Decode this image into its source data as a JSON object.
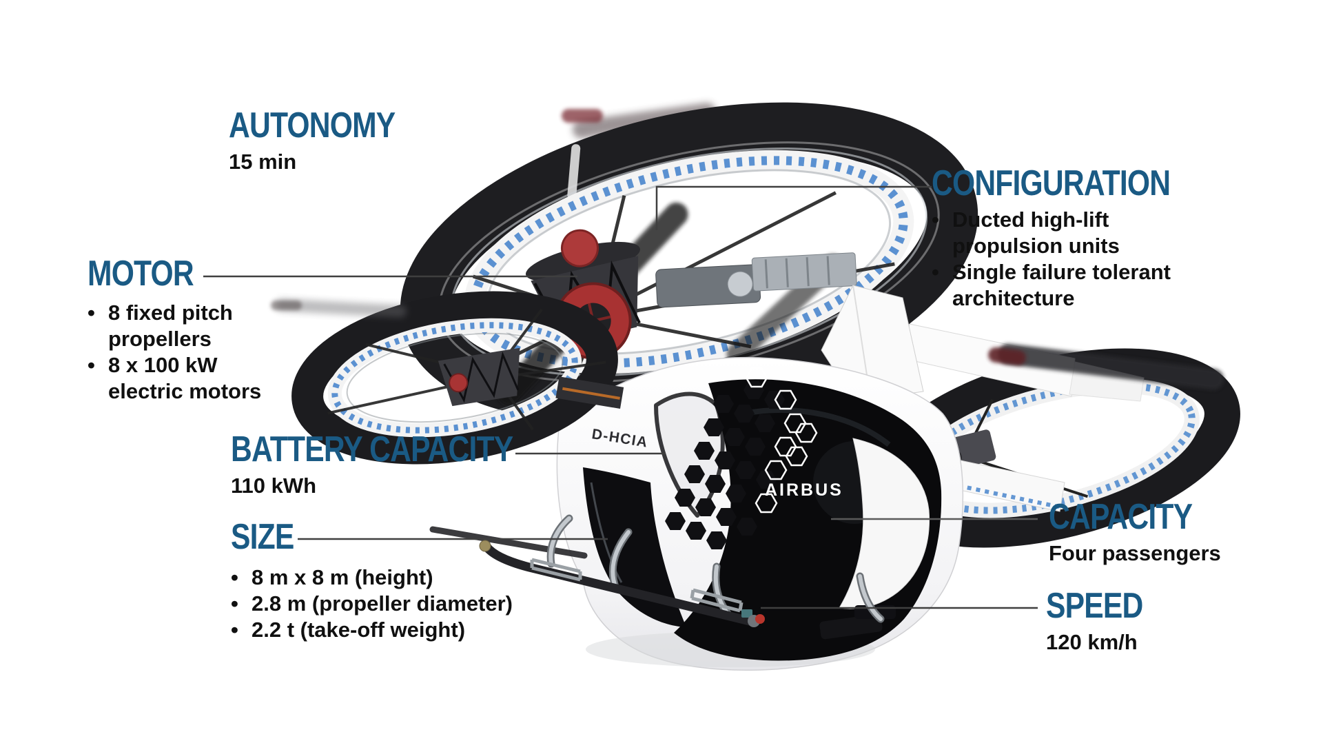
{
  "page": {
    "background": "#ffffff"
  },
  "colors": {
    "heading_blue": "#1A5A84",
    "body_text": "#101010",
    "connector_gray": "#3f3f3f",
    "checker_blue": "#3F7FCA",
    "rotor_dark": "#1C1C1E",
    "hub_red": "#A83232"
  },
  "ui": {
    "bullet": "•"
  },
  "specs": {
    "autonomy": {
      "heading": "AUTONOMY",
      "value": "15 min"
    },
    "motor": {
      "heading": "MOTOR",
      "bullets": [
        [
          "8 fixed pitch",
          "propellers"
        ],
        [
          "8 x 100 kW",
          "electric motors"
        ]
      ]
    },
    "battery": {
      "heading": "BATTERY CAPACITY",
      "value": "110 kWh"
    },
    "size": {
      "heading": "SIZE",
      "bullets": [
        [
          "8 m x 8 m (height)"
        ],
        [
          "2.8 m (propeller diameter)"
        ],
        [
          "2.2 t (take-off weight)"
        ]
      ]
    },
    "configuration": {
      "heading": "CONFIGURATION",
      "bullets": [
        [
          "Ducted high-lift",
          "propulsion units"
        ],
        [
          "Single failure tolerant",
          "architecture"
        ]
      ]
    },
    "capacity": {
      "heading": "CAPACITY",
      "value": "Four passengers"
    },
    "speed": {
      "heading": "SPEED",
      "value": "120 km/h"
    }
  },
  "aircraft": {
    "registration": "D-HCIA",
    "brand": "AIRBUS"
  }
}
